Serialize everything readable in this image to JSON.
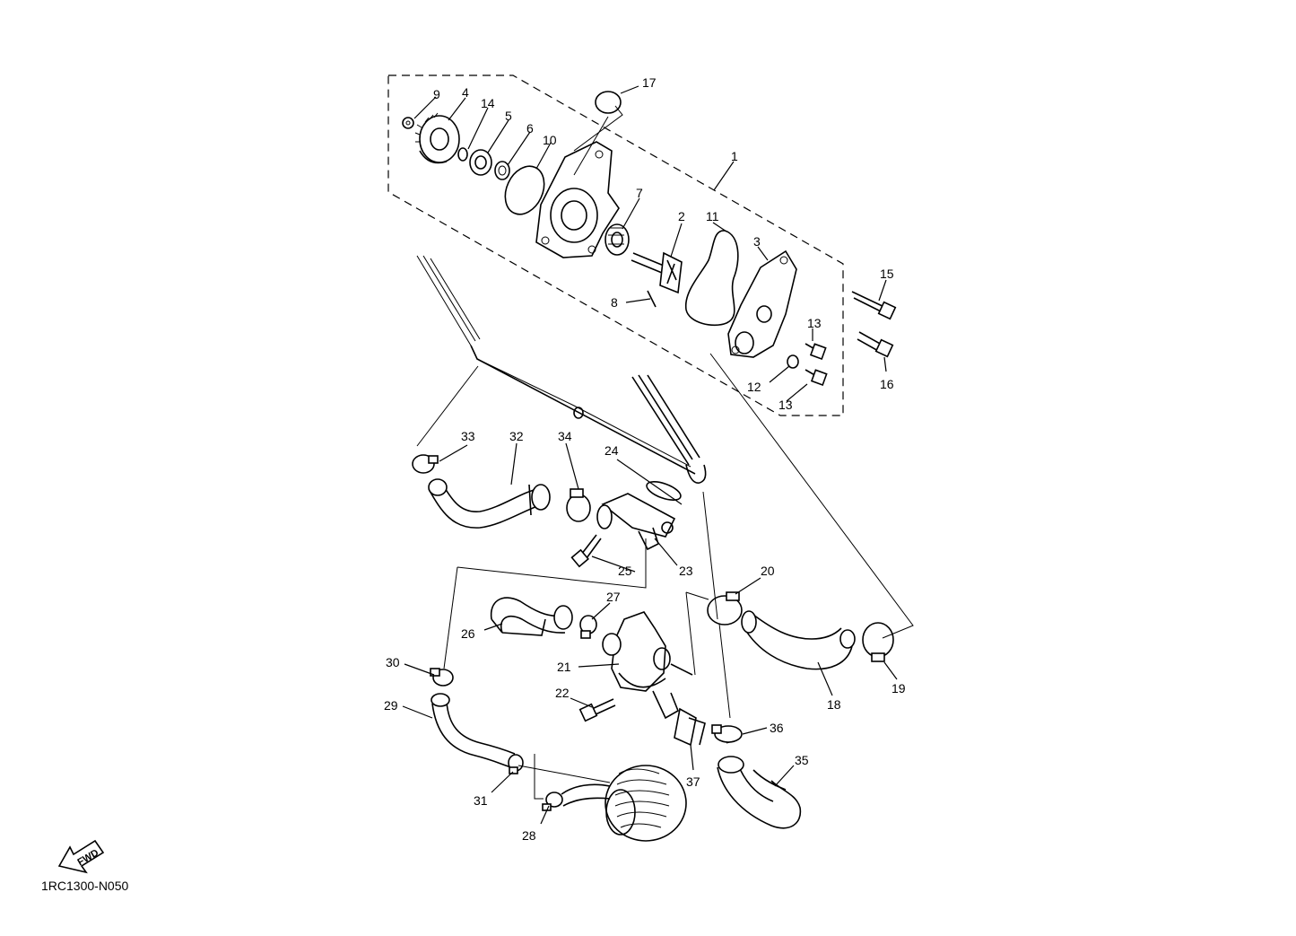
{
  "diagram_code": "1RC1300-N050",
  "direction_label": "FWD",
  "callouts": {
    "c1": "1",
    "c2": "2",
    "c3": "3",
    "c4": "4",
    "c5": "5",
    "c6": "6",
    "c7": "7",
    "c8": "8",
    "c9": "9",
    "c10": "10",
    "c11": "11",
    "c12": "12",
    "c13a": "13",
    "c13b": "13",
    "c13c": "13",
    "c14": "14",
    "c15": "15",
    "c16": "16",
    "c17": "17",
    "c18": "18",
    "c19": "19",
    "c20": "20",
    "c21": "21",
    "c22": "22",
    "c23": "23",
    "c24": "24",
    "c25": "25",
    "c26": "26",
    "c27": "27",
    "c28": "28",
    "c29": "29",
    "c30": "30",
    "c31": "31",
    "c32": "32",
    "c33": "33",
    "c34": "34",
    "c35": "35",
    "c36": "36",
    "c37": "37"
  }
}
